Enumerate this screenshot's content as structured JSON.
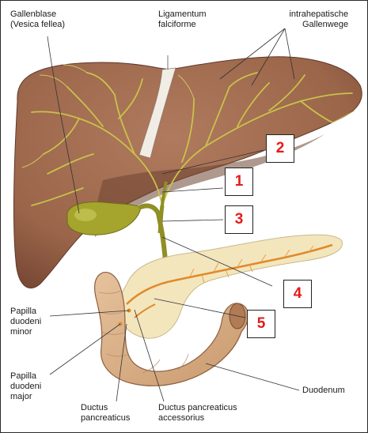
{
  "labels": {
    "gallbladder_line1": "Gallenblase",
    "gallbladder_line2": "(Vesica fellea)",
    "ligamentum_line1": "Ligamentum",
    "ligamentum_line2": "falciforme",
    "intrahepatic_line1": "intrahepatische",
    "intrahepatic_line2": "Gallenwege",
    "papilla_minor_line1": "Papilla",
    "papilla_minor_line2": "duodeni",
    "papilla_minor_line3": "minor",
    "papilla_major_line1": "Papilla",
    "papilla_major_line2": "duodeni",
    "papilla_major_line3": "major",
    "ductus_panc_line1": "Ductus",
    "ductus_panc_line2": "pancreaticus",
    "ductus_acc_line1": "Ductus pancreaticus",
    "ductus_acc_line2": "accessorius",
    "duodenum": "Duodenum"
  },
  "markers": [
    "1",
    "2",
    "3",
    "4",
    "5"
  ],
  "colors": {
    "liver": "#9e6a50",
    "liver_dark": "#6e4332",
    "bile_duct": "#c9c24a",
    "gallbladder": "#a5a42c",
    "pancreas": "#f3e6bd",
    "duodenum": "#d9b48f",
    "marker_text": "#e31b1b"
  }
}
